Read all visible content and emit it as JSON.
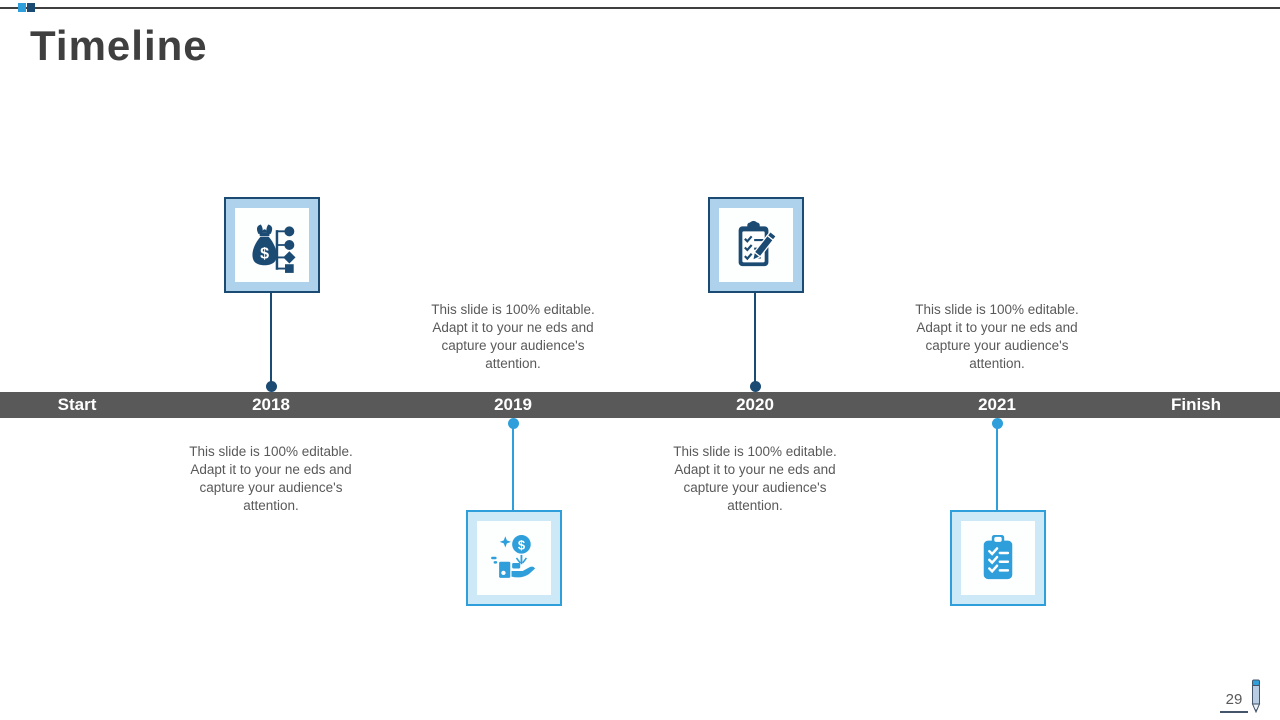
{
  "slide": {
    "title": "Timeline",
    "page_number": "29",
    "timeline_bar": {
      "labels": [
        "Start",
        "2018",
        "2019",
        "2020",
        "2021",
        "Finish"
      ]
    },
    "milestones": [
      {
        "year": "2018",
        "icon": "money-bag-org-chart-icon",
        "icon_position": "above-bar",
        "description": "This slide is 100% editable. Adapt it to your ne eds and capture your audience's attention."
      },
      {
        "year": "2019",
        "icon": "hand-coin-icon",
        "icon_position": "below-bar",
        "description": "This slide is 100% editable. Adapt it to your ne eds and capture your audience's attention."
      },
      {
        "year": "2020",
        "icon": "clipboard-pencil-icon",
        "icon_position": "above-bar",
        "description": "This slide is 100% editable. Adapt it to your ne eds and capture your audience's attention."
      },
      {
        "year": "2021",
        "icon": "clipboard-checklist-icon",
        "icon_position": "below-bar",
        "description": "This slide is 100% editable. Adapt it to your ne eds and capture your audience's attention."
      }
    ],
    "colors": {
      "navy": "#1b4a73",
      "light_blue": "#2e9fda",
      "bar_gray": "#595959",
      "body_text_gray": "#595959",
      "title_gray": "#3f3f3f"
    }
  }
}
